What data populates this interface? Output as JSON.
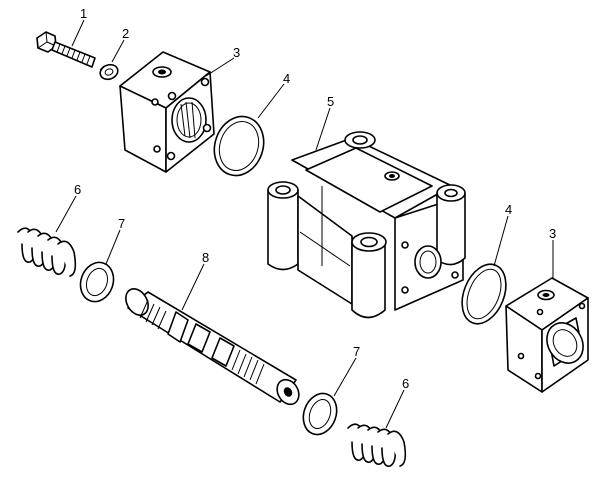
{
  "callouts": [
    {
      "id": "c1",
      "label": "1"
    },
    {
      "id": "c2",
      "label": "2"
    },
    {
      "id": "c3a",
      "label": "3"
    },
    {
      "id": "c4a",
      "label": "4"
    },
    {
      "id": "c5",
      "label": "5"
    },
    {
      "id": "c4b",
      "label": "4"
    },
    {
      "id": "c3b",
      "label": "3"
    },
    {
      "id": "c6a",
      "label": "6"
    },
    {
      "id": "c7a",
      "label": "7"
    },
    {
      "id": "c8",
      "label": "8"
    },
    {
      "id": "c7b",
      "label": "7"
    },
    {
      "id": "c6b",
      "label": "6"
    }
  ]
}
